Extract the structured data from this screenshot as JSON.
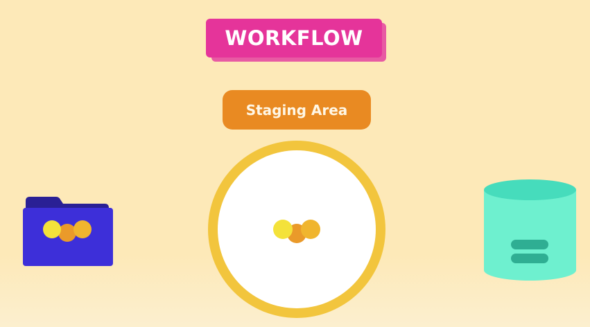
{
  "title": {
    "label": "WORKFLOW",
    "color": "#e5349a"
  },
  "stage": {
    "label": "Staging Area",
    "color": "#e98a22"
  },
  "icons": {
    "source": "folder-icon",
    "stage": "staging-circle",
    "target": "database-icon"
  },
  "colors": {
    "background": "#fde9b8",
    "folder": "#3d2fd9",
    "ring": "#f2c53d",
    "database": "#6ef0cf",
    "dot_yellow": "#f4e23a",
    "dot_orange": "#ea9a2a",
    "dot_amber": "#f0b52e"
  }
}
